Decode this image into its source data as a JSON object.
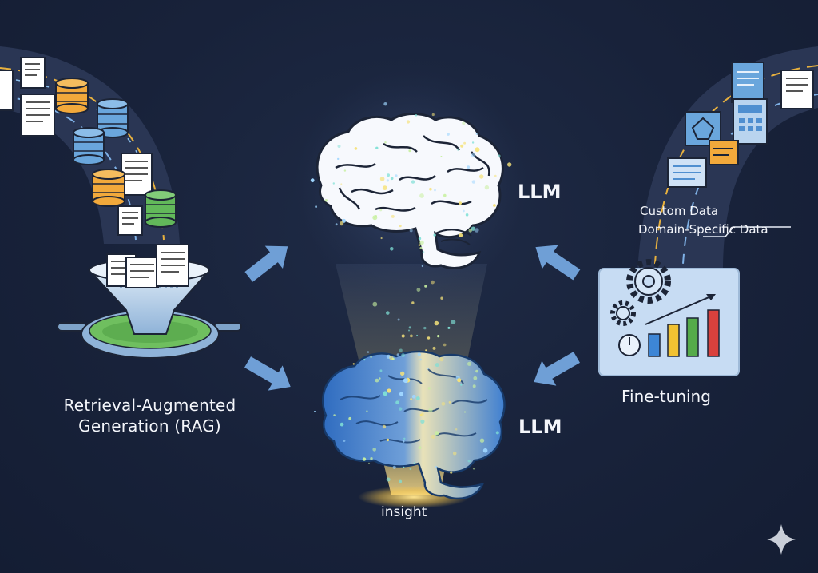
{
  "labels": {
    "rag_line1": "Retrieval-Augmented",
    "rag_line2": "Generation (RAG)",
    "llm_top": "LLM",
    "llm_bottom": "LLM",
    "fine_tuning": "Fine-tuning",
    "custom_data": "Custom Data",
    "domain_data": "Domain-Specific Data",
    "insight": "insight"
  },
  "colors": {
    "background": "#18223a",
    "arrow": "#6f9fd6",
    "database_orange": "#f2a93b",
    "database_blue": "#6aa6dc",
    "database_green": "#62b85a",
    "panel": "#c7dcf3",
    "bar_blue": "#3d86d6",
    "bar_yellow": "#f1c232",
    "bar_green": "#55ab4a",
    "bar_red": "#d9413d",
    "brain_bottom": "#3f7fd1",
    "insight_glow": "#f7d774"
  },
  "icons": [
    "document-icon",
    "database-icon",
    "funnel-icon",
    "sieve-icon",
    "brain-icon",
    "gear-icon",
    "bar-chart-icon",
    "calculator-icon",
    "arrow-icon",
    "sparkle-icon"
  ]
}
